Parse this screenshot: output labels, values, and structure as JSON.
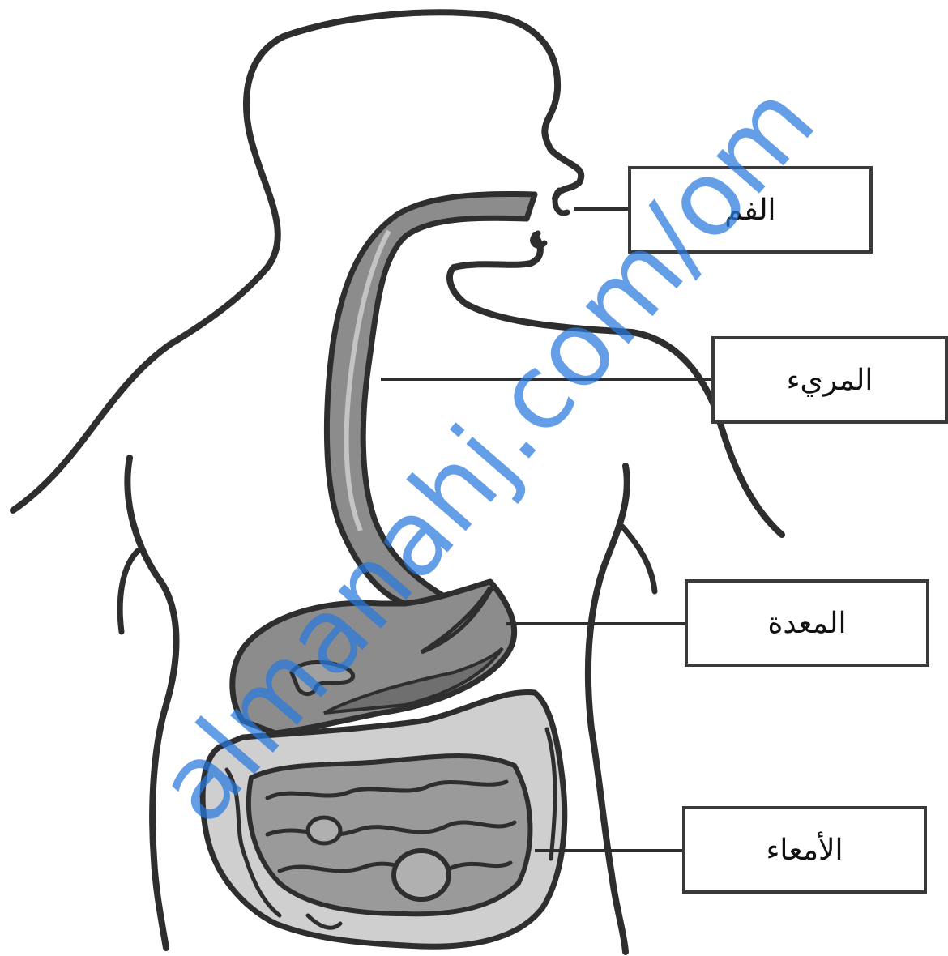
{
  "labels": {
    "mouth": "الفم",
    "esophagus": "المريء",
    "stomach": "المعدة",
    "intestines": "الأمعاء"
  },
  "watermark": "almanahj.com/om",
  "colors": {
    "outline": "#2e2e2e",
    "organ_fill": "#8c8c8c",
    "organ_light": "#b7b7b7",
    "intestine_light": "#cfcfcf",
    "watermark": "#2878dc"
  }
}
